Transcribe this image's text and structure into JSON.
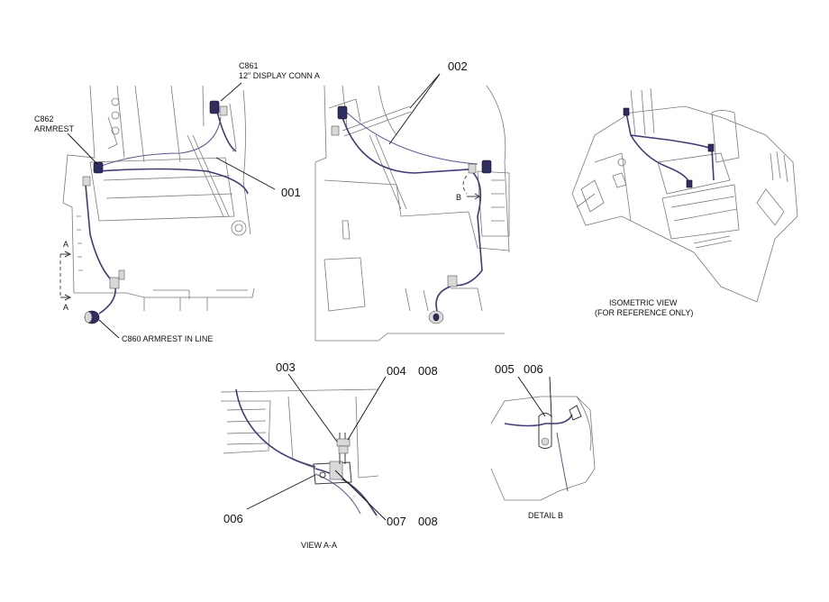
{
  "labels": {
    "c861_id": "C861",
    "c861_desc": "12\" DISPLAY CONN A",
    "c862_id": "C862",
    "c862_desc": "ARMREST",
    "c860": "C860 ARMREST IN LINE",
    "section_a_top": "A",
    "section_a_bottom": "A",
    "view_b_marker": "B",
    "iso_line1": "ISOMETRIC VIEW",
    "iso_line2": "(FOR REFERENCE ONLY)",
    "view_aa": "VIEW A-A",
    "detail_b": "DETAIL  B"
  },
  "callouts": {
    "c001": "001",
    "c002": "002",
    "c003": "003",
    "c004": "004",
    "c008_top": "008",
    "c005": "005",
    "c006_detail": "006",
    "c006_view": "006",
    "c007": "007",
    "c008_bottom": "008"
  },
  "colors": {
    "harness": "#3f3c78",
    "outline": "#7a7a7a",
    "text": "#111111"
  }
}
